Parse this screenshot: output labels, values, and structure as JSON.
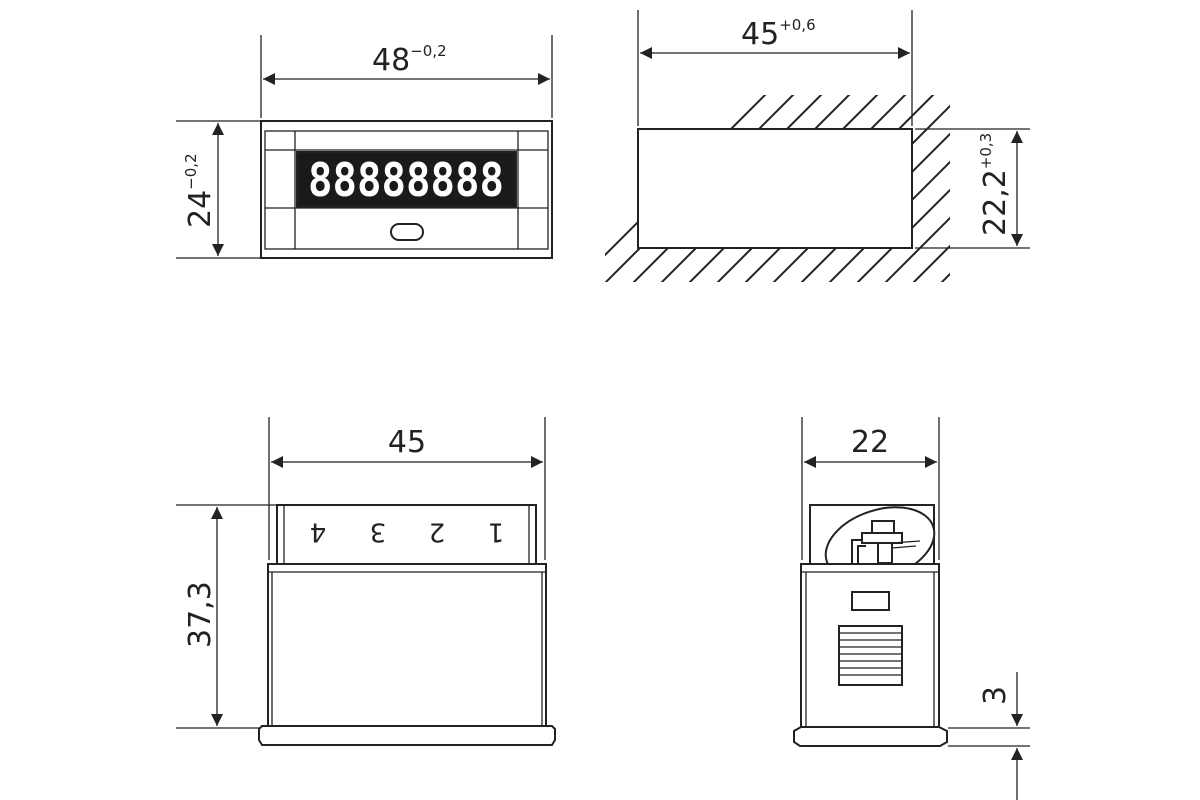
{
  "front_view": {
    "width": {
      "value": "48",
      "tolerance": "−0,2"
    },
    "height": {
      "value": "24",
      "tolerance": "−0,2"
    },
    "display_text": "88888888"
  },
  "cutout_view": {
    "width": {
      "value": "45",
      "tolerance": "+0,6"
    },
    "height": {
      "value": "22,2",
      "tolerance": "+0,3"
    }
  },
  "side_view": {
    "width": {
      "value": "45"
    },
    "height": {
      "value": "37,3"
    },
    "terminals": [
      "4",
      "3",
      "2",
      "1"
    ]
  },
  "end_view": {
    "width": {
      "value": "22"
    },
    "bezel": {
      "value": "3"
    }
  },
  "colors": {
    "line": "#222222",
    "display": "#1a1a1a",
    "background": "#ffffff"
  }
}
